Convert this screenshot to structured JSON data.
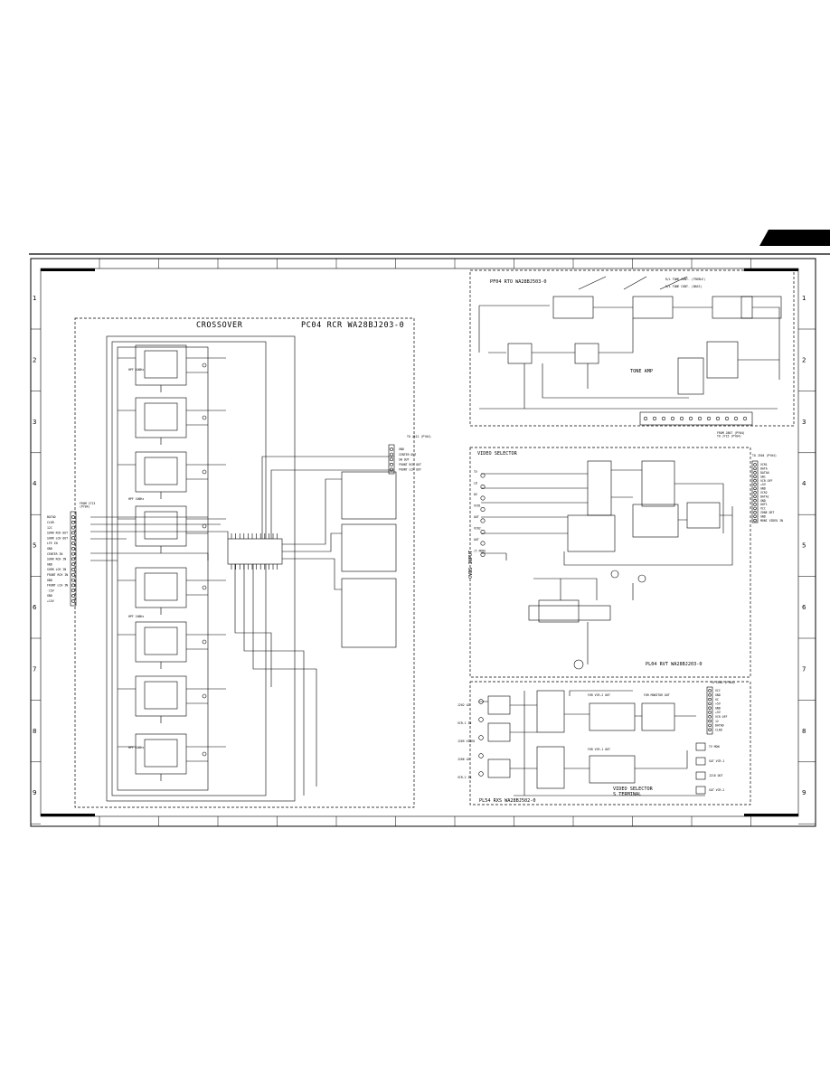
{
  "grid": {
    "rows": [
      "1",
      "2",
      "3",
      "4",
      "5",
      "6",
      "7",
      "8",
      "9"
    ]
  },
  "crossover": {
    "title": "CROSSOVER",
    "board": "PC04  RCR  WA28BJ203-0",
    "hpf_labels": [
      "HPF 100Hz",
      "HPF 100Hz",
      "HPF 100Hz",
      "HPF 100Hz"
    ],
    "from_connector": "FROM J713\n(PY04)",
    "left_pins": [
      "BATAD",
      "CLKR",
      "12C",
      "SURR RCH OUT",
      "SURR LCH OUT",
      "LFE IN",
      "GND",
      "CENTER IN",
      "SURR RCH IN",
      "GND",
      "SURR LCH IN",
      "FRONT RCH IN",
      "GND",
      "FRONT LCH IN",
      "-15V",
      "GND",
      "+15V"
    ],
    "to_connector": "TO J512 (PY04)",
    "right_pins": [
      "GND",
      "CENTER OUT",
      "SW OUT",
      "FRONT RCH OUT",
      "FRONT LCH OUT"
    ]
  },
  "tone": {
    "board": "PF04  RTO  WA28BJ503-0",
    "amp_label": "TONE AMP",
    "tone_ctrl_treble": "R/L TONE CONT. (TREBLE)",
    "tone_ctrl_bass": "R/L TONE CONT. (BASS)",
    "from_label": "FROM J807 (PY04)\nTO J715 (PY04)"
  },
  "video": {
    "title": "VIDEO SELECTOR",
    "board": "PL04  RVT  WA28BJ203-0",
    "input_label": "CVBS INPUT",
    "inputs": [
      "TV",
      "LD",
      "DV",
      "VCR1",
      "OUT",
      "VCR2",
      "OUT",
      "(T.MON)"
    ],
    "to_connector": "TO J504 (PY04)",
    "right_pins": [
      "VCR1",
      "DATA",
      "DATA0",
      "SW1",
      "VCR OFF",
      "+5V",
      "GND",
      "VCR2",
      "DATA1",
      "GND",
      "OUT1",
      "VCC",
      "ZONE DET",
      "GND",
      "MONI VIDEO IN"
    ]
  },
  "s_terminal": {
    "board": "PL54  RXS  WA28BJ502-0",
    "title": "VIDEO SELECTOR\nS TERMINAL",
    "for_vcr2": "FOR VCR-2 OUT",
    "for_monitor": "FOR MONITOR OUT",
    "for_vcr1": "FOR VCR-1 OUT",
    "to_connector": "TO J505 (PY04)",
    "right_pins": [
      "VCC",
      "GND",
      "VC",
      "+5V",
      "GND",
      "+5V",
      "VCR OFF",
      "12",
      "DATAD",
      "CLKD"
    ],
    "left_jacks": [
      "J202 LD",
      "VCR-1 IN",
      "J205 VIDEO",
      "J206 LD",
      "VCR-2 IN"
    ],
    "right_jacks": [
      "TV MON",
      "SAT VCR-1",
      "J210 OUT",
      "SAT VCR-2"
    ]
  }
}
